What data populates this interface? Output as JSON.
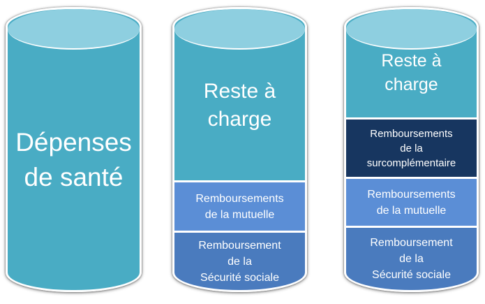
{
  "columns": [
    {
      "segments": [
        {
          "text": "Dépenses\nde santé"
        }
      ]
    },
    {
      "segments": [
        {
          "text": "Reste à\ncharge"
        },
        {
          "text": "Remboursements\nde la mutuelle"
        },
        {
          "text": "Remboursement\nde la\nSécurité sociale"
        }
      ]
    },
    {
      "segments": [
        {
          "text": "Reste à\ncharge"
        },
        {
          "text": "Remboursements\nde la\nsurcomplémentaire"
        },
        {
          "text": "Remboursements\nde la mutuelle"
        },
        {
          "text": "Remboursement\nde la\nSécurité sociale"
        }
      ]
    }
  ],
  "colors": {
    "cap": "#8ecfe0",
    "teal": "#49acc4",
    "light_blue": "#5b8ed6",
    "mid_blue": "#4a7bbe",
    "navy": "#173660"
  }
}
